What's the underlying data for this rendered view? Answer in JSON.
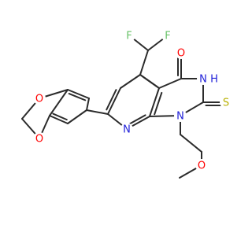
{
  "diagram": {
    "type": "chemical-structure",
    "colors": {
      "bond": "#2b2b2b",
      "oxygen": "#ff0000",
      "nitrogen": "#1f1fd8",
      "fluorine": "#66c166",
      "sulfur": "#b8b000"
    },
    "atoms": {
      "f_left": "F",
      "f_right": "F",
      "o_carbonyl": "O",
      "n3": "N",
      "h_n3": "H",
      "s_thione": "S",
      "n8": "N",
      "n1": "N",
      "o_methoxy": "O",
      "o_diox_top": "O",
      "o_diox_bottom": "O"
    }
  }
}
